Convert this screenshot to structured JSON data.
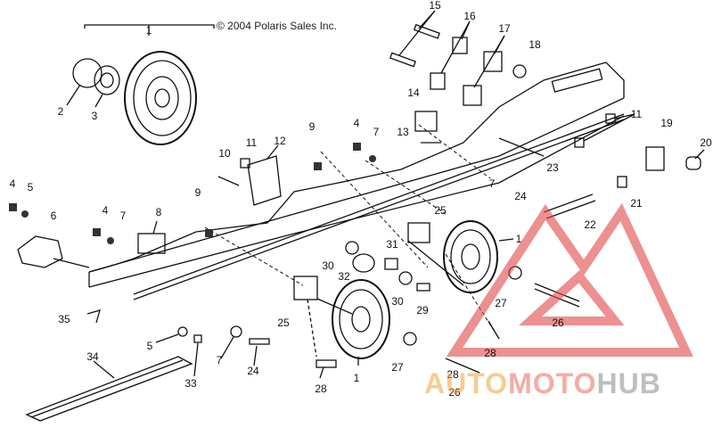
{
  "copyright": "© 2004 Polaris Sales Inc.",
  "callouts": [
    {
      "label": "1",
      "id": "c1"
    },
    {
      "label": "2",
      "id": "c2"
    },
    {
      "label": "3",
      "id": "c3"
    },
    {
      "label": "15",
      "id": "c15"
    },
    {
      "label": "16",
      "id": "c16"
    },
    {
      "label": "17",
      "id": "c17"
    },
    {
      "label": "18",
      "id": "c18"
    },
    {
      "label": "14",
      "id": "c14"
    },
    {
      "label": "13",
      "id": "c13"
    },
    {
      "label": "11",
      "id": "c11a"
    },
    {
      "label": "19",
      "id": "c19"
    },
    {
      "label": "20",
      "id": "c20"
    },
    {
      "label": "9",
      "id": "c9a"
    },
    {
      "label": "4",
      "id": "c4a"
    },
    {
      "label": "7",
      "id": "c7a"
    },
    {
      "label": "10",
      "id": "c10"
    },
    {
      "label": "11",
      "id": "c11b"
    },
    {
      "label": "12",
      "id": "c12"
    },
    {
      "label": "23",
      "id": "c23"
    },
    {
      "label": "21",
      "id": "c21"
    },
    {
      "label": "22",
      "id": "c22"
    },
    {
      "label": "4",
      "id": "c4b"
    },
    {
      "label": "5",
      "id": "c5a"
    },
    {
      "label": "6",
      "id": "c6"
    },
    {
      "label": "9",
      "id": "c9b"
    },
    {
      "label": "4",
      "id": "c4c"
    },
    {
      "label": "7",
      "id": "c7b"
    },
    {
      "label": "8",
      "id": "c8"
    },
    {
      "label": "7",
      "id": "c7c"
    },
    {
      "label": "24",
      "id": "c24a"
    },
    {
      "label": "25",
      "id": "c25a"
    },
    {
      "label": "1",
      "id": "c1b"
    },
    {
      "label": "31",
      "id": "c31"
    },
    {
      "label": "30",
      "id": "c30a"
    },
    {
      "label": "32",
      "id": "c32"
    },
    {
      "label": "30",
      "id": "c30b"
    },
    {
      "label": "29",
      "id": "c29"
    },
    {
      "label": "27",
      "id": "c27a"
    },
    {
      "label": "26",
      "id": "c26a"
    },
    {
      "label": "35",
      "id": "c35"
    },
    {
      "label": "25",
      "id": "c25b"
    },
    {
      "label": "28",
      "id": "c28a"
    },
    {
      "label": "5",
      "id": "c5b"
    },
    {
      "label": "7",
      "id": "c7d"
    },
    {
      "label": "24",
      "id": "c24b"
    },
    {
      "label": "34",
      "id": "c34"
    },
    {
      "label": "33",
      "id": "c33"
    },
    {
      "label": "1",
      "id": "c1c"
    },
    {
      "label": "27",
      "id": "c27b"
    },
    {
      "label": "28",
      "id": "c28b"
    },
    {
      "label": "28",
      "id": "c28c"
    },
    {
      "label": "26",
      "id": "c26b"
    }
  ],
  "watermark": {
    "part1": "AUTO",
    "part2": "MOTO",
    "part3": "HUB"
  },
  "colors": {
    "line": "#111111",
    "watermark_red": "#e04848",
    "watermark_orange": "#f2a23a",
    "watermark_gray": "#8a8a8a"
  }
}
